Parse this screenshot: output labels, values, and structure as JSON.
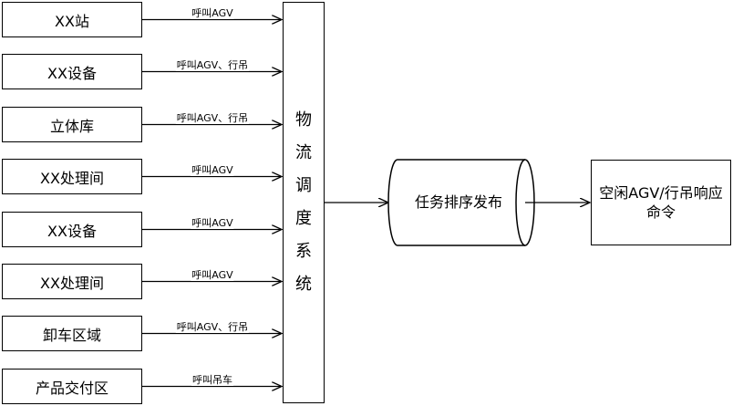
{
  "sources": [
    {
      "label": "XX站",
      "call": "呼叫AGV"
    },
    {
      "label": "XX设备",
      "call": "呼叫AGV、行吊"
    },
    {
      "label": "立体库",
      "call": "呼叫AGV、行吊"
    },
    {
      "label": "XX处理间",
      "call": "呼叫AGV"
    },
    {
      "label": "XX设备",
      "call": "呼叫AGV"
    },
    {
      "label": "XX处理间",
      "call": "呼叫AGV"
    },
    {
      "label": "卸车区域",
      "call": "呼叫AGV、行吊"
    },
    {
      "label": "产品交付区",
      "call": "呼叫吊车"
    }
  ],
  "central": {
    "chars": [
      "物",
      "流",
      "调",
      "度",
      "系",
      "统"
    ]
  },
  "task": {
    "label": "任务排序发布"
  },
  "response": {
    "label": "空闲AGV/行吊响应命令"
  }
}
